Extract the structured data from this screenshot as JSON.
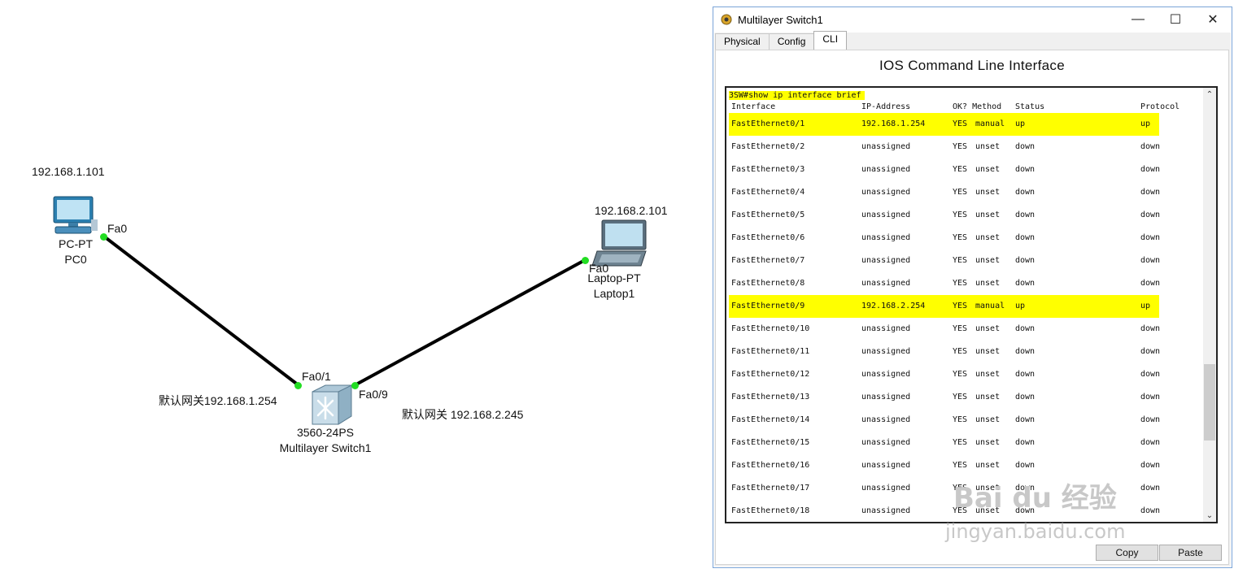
{
  "topology": {
    "pc": {
      "ip": "192.168.1.101",
      "port": "Fa0",
      "model": "PC-PT",
      "name": "PC0"
    },
    "laptop": {
      "ip": "192.168.2.101",
      "port": "Fa0",
      "model": "Laptop-PT",
      "name": "Laptop1"
    },
    "switch": {
      "port_a": "Fa0/1",
      "port_b": "Fa0/9",
      "model": "3560-24PS",
      "name": "Multilayer Switch1"
    },
    "gateway_1": "默认网关192.168.1.254",
    "gateway_2": "默认网关 192.168.2.245"
  },
  "window": {
    "title": "Multilayer Switch1",
    "tabs": [
      "Physical",
      "Config",
      "CLI"
    ],
    "active_tab": "CLI",
    "heading": "IOS Command Line Interface",
    "command": "3SW#show ip interface brief",
    "columns": [
      "Interface",
      "IP-Address",
      "OK? Method",
      "Status",
      "Protocol"
    ],
    "rows": [
      {
        "iface": "FastEthernet0/1",
        "ip": "192.168.1.254",
        "ok": "YES",
        "method": "manual",
        "status": "up",
        "proto": "up",
        "highlight": true
      },
      {
        "iface": "FastEthernet0/2",
        "ip": "unassigned",
        "ok": "YES",
        "method": "unset",
        "status": "down",
        "proto": "down"
      },
      {
        "iface": "FastEthernet0/3",
        "ip": "unassigned",
        "ok": "YES",
        "method": "unset",
        "status": "down",
        "proto": "down"
      },
      {
        "iface": "FastEthernet0/4",
        "ip": "unassigned",
        "ok": "YES",
        "method": "unset",
        "status": "down",
        "proto": "down"
      },
      {
        "iface": "FastEthernet0/5",
        "ip": "unassigned",
        "ok": "YES",
        "method": "unset",
        "status": "down",
        "proto": "down"
      },
      {
        "iface": "FastEthernet0/6",
        "ip": "unassigned",
        "ok": "YES",
        "method": "unset",
        "status": "down",
        "proto": "down"
      },
      {
        "iface": "FastEthernet0/7",
        "ip": "unassigned",
        "ok": "YES",
        "method": "unset",
        "status": "down",
        "proto": "down"
      },
      {
        "iface": "FastEthernet0/8",
        "ip": "unassigned",
        "ok": "YES",
        "method": "unset",
        "status": "down",
        "proto": "down"
      },
      {
        "iface": "FastEthernet0/9",
        "ip": "192.168.2.254",
        "ok": "YES",
        "method": "manual",
        "status": "up",
        "proto": "up",
        "highlight": true
      },
      {
        "iface": "FastEthernet0/10",
        "ip": "unassigned",
        "ok": "YES",
        "method": "unset",
        "status": "down",
        "proto": "down"
      },
      {
        "iface": "FastEthernet0/11",
        "ip": "unassigned",
        "ok": "YES",
        "method": "unset",
        "status": "down",
        "proto": "down"
      },
      {
        "iface": "FastEthernet0/12",
        "ip": "unassigned",
        "ok": "YES",
        "method": "unset",
        "status": "down",
        "proto": "down"
      },
      {
        "iface": "FastEthernet0/13",
        "ip": "unassigned",
        "ok": "YES",
        "method": "unset",
        "status": "down",
        "proto": "down"
      },
      {
        "iface": "FastEthernet0/14",
        "ip": "unassigned",
        "ok": "YES",
        "method": "unset",
        "status": "down",
        "proto": "down"
      },
      {
        "iface": "FastEthernet0/15",
        "ip": "unassigned",
        "ok": "YES",
        "method": "unset",
        "status": "down",
        "proto": "down"
      },
      {
        "iface": "FastEthernet0/16",
        "ip": "unassigned",
        "ok": "YES",
        "method": "unset",
        "status": "down",
        "proto": "down"
      },
      {
        "iface": "FastEthernet0/17",
        "ip": "unassigned",
        "ok": "YES",
        "method": "unset",
        "status": "down",
        "proto": "down"
      },
      {
        "iface": "FastEthernet0/18",
        "ip": "unassigned",
        "ok": "YES",
        "method": "unset",
        "status": "down",
        "proto": "down"
      }
    ],
    "copy_label": "Copy",
    "paste_label": "Paste"
  },
  "watermark": {
    "brand": "Bai du 经验",
    "url": "jingyan.baidu.com"
  },
  "colors": {
    "highlight": "#ffff00",
    "link_up": "#22dd22",
    "cable": "#000000"
  }
}
